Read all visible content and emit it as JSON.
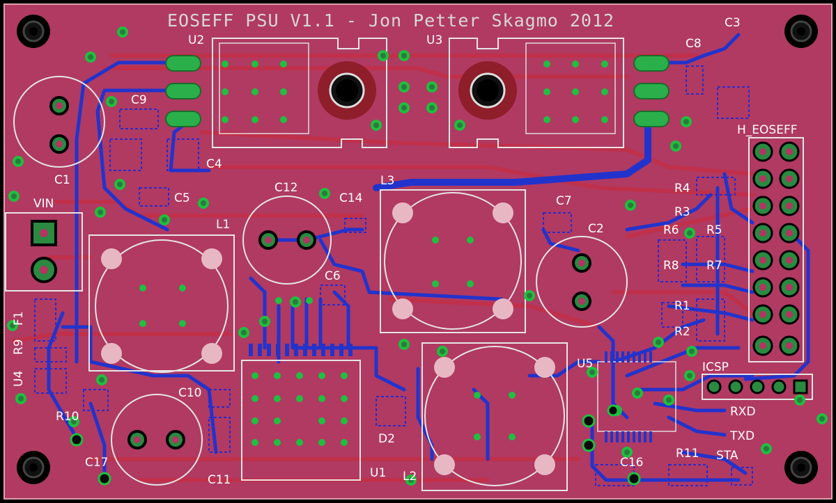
{
  "board": {
    "title": "EOSEFF PSU V1.1 - Jon Petter Skagmo 2012",
    "colors": {
      "substrate": "#b03a62",
      "top_copper": "#c0304a",
      "bottom_copper": "#2233cc",
      "pads": "#2aaf4a",
      "silkscreen": "#e6e6e6"
    }
  },
  "labels": {
    "U2": "U2",
    "U3": "U3",
    "C3": "C3",
    "C8": "C8",
    "C9": "C9",
    "C4": "C4",
    "C1": "C1",
    "C5": "C5",
    "VIN": "VIN",
    "L1": "L1",
    "C12": "C12",
    "C14": "C14",
    "L3": "L3",
    "C7": "C7",
    "C2": "C2",
    "C6": "C6",
    "F1": "F1",
    "R9": "R9",
    "U4": "U4",
    "R10": "R10",
    "C10": "C10",
    "C17": "C17",
    "C11": "C11",
    "D2": "D2",
    "U1": "U1",
    "L2": "L2",
    "U5": "U5",
    "C16": "C16",
    "R11": "R11",
    "STA": "STA",
    "RXD": "RXD",
    "TXD": "TXD",
    "ICSP": "ICSP",
    "H_EOSEFF": "H_EOSEFF",
    "R4": "R4",
    "R3": "R3",
    "R6": "R6",
    "R5": "R5",
    "R8": "R8",
    "R7": "R7",
    "R1": "R1",
    "R2": "R2"
  }
}
